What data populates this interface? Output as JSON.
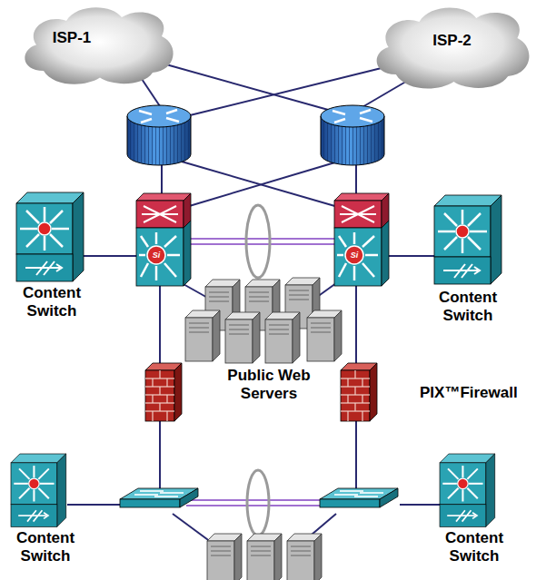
{
  "diagram": {
    "nodes": [
      {
        "text": [
          "ISP-1"
        ]
      },
      {
        "text": [
          "ISP-2"
        ]
      },
      {
        "text": [
          "Content Switch"
        ]
      },
      {
        "text": [
          "Content Switch"
        ]
      },
      {
        "text": [
          "Content Switch"
        ]
      },
      {
        "text": [
          "Content Switch"
        ]
      }
    ],
    "labels": [
      "Public Web Servers",
      "PIX™Firewall",
      "Si",
      "Si"
    ]
  }
}
